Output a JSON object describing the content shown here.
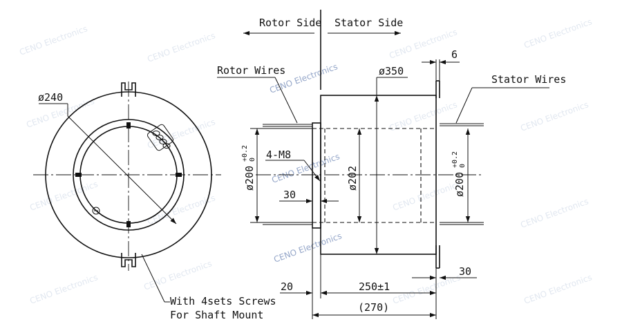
{
  "labels": {
    "rotor_side": "Rotor Side",
    "stator_side": "Stator Side",
    "rotor_wires": "Rotor Wires",
    "stator_wires": "Stator Wires",
    "d240": "ø240",
    "d350": "ø350",
    "d202": "ø202",
    "d200_left": "ø200",
    "d200_right": "ø200",
    "tol_upper": "+0.2",
    "tol_lower": "0",
    "m8": "4-M8",
    "dim30_left": "30",
    "dim30_right": "30",
    "dim6": "6",
    "dim20": "20",
    "dim250": "250±1",
    "dim270": "(270)",
    "screws_line1": "With 4sets Screws",
    "screws_line2": "For Shaft Mount"
  },
  "watermark": "CENO Electronics"
}
